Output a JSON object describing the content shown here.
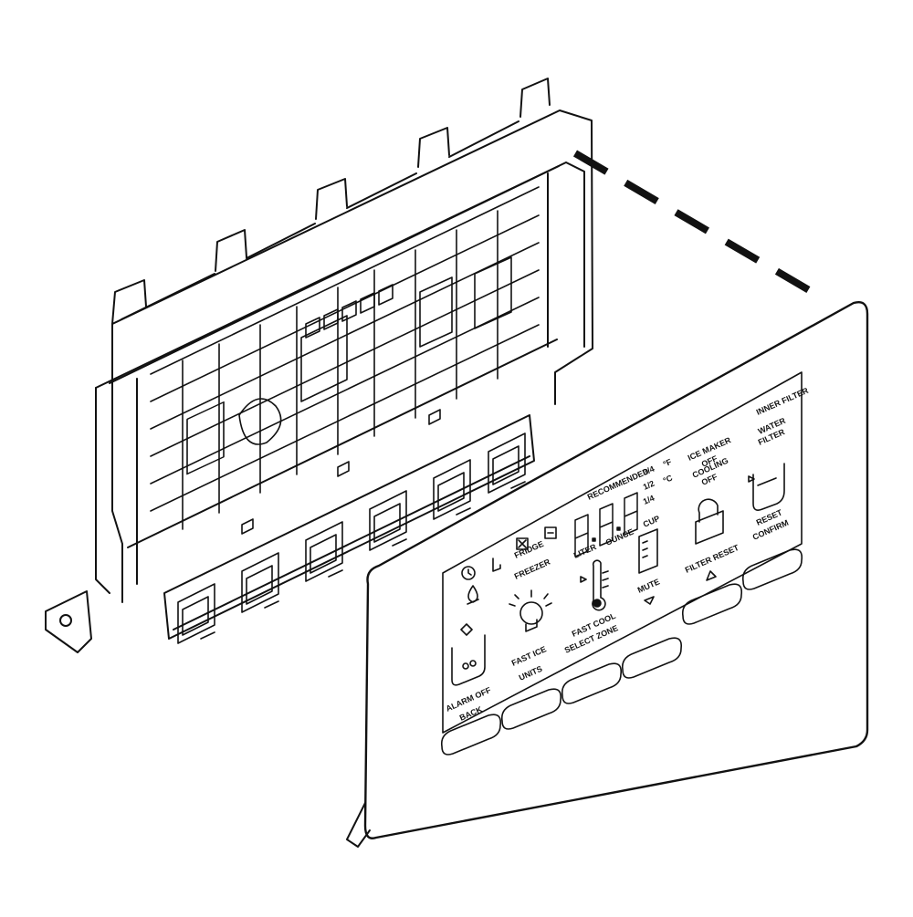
{
  "colors": {
    "line": "#111111",
    "background": "#ffffff"
  },
  "panel_labels": {
    "recommended": "RECOMMENDED",
    "size_3_4": "3/4",
    "size_1_2": "1/2",
    "size_1_4": "1/4",
    "unit_f": "°F",
    "unit_c": "°C",
    "liter": "LITER",
    "ounce": "OUNCE",
    "cup": "CUP",
    "fridge": "FRIDGE",
    "freezer": "FREEZER",
    "ice_maker": "ICE MAKER",
    "ice_maker_off": "OFF",
    "cooling": "COOLING",
    "cooling_off": "OFF",
    "inner_filter": "INNER FILTER",
    "water": "WATER",
    "water_filter": "FILTER",
    "filter_reset": "FILTER RESET",
    "reset": "RESET",
    "confirm": "CONFIRM",
    "mute": "MUTE",
    "fast_cool": "FAST COOL",
    "select_zone": "SELECT ZONE",
    "fast_ice": "FAST ICE",
    "units": "UNITS",
    "alarm_off": "ALARM OFF",
    "back": "BACK"
  },
  "icons": [
    "water-droplet-icon",
    "cube-ice-icon",
    "crushed-ice-icon",
    "light-bulb-icon",
    "thermometer-icon",
    "lock-icon",
    "filter-cup-icon",
    "timer-icon",
    "dispenser-icon"
  ]
}
